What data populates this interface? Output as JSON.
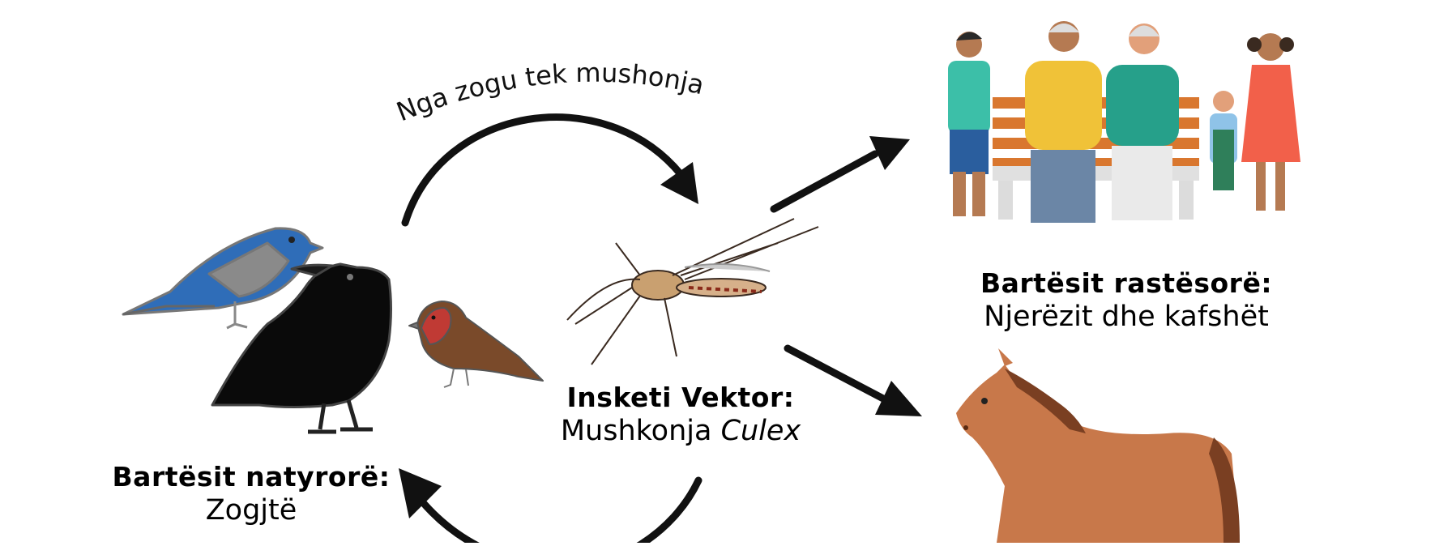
{
  "curved_label": "Nga zogu tek mushonja",
  "vector": {
    "title": "Insketi Vektor:",
    "sub_prefix": "Mushkonja ",
    "sub_italic": "Culex"
  },
  "natural_hosts": {
    "title": "Bartësit natyrorë:",
    "sub": "Zogjtë"
  },
  "incidental_hosts": {
    "title": "Bartësit rastësorë:",
    "sub": "Njerëzit dhe kafshët"
  },
  "icons": [
    "blue-bird-icon",
    "crow-icon",
    "finch-icon",
    "mosquito-icon",
    "family-on-bench-icon",
    "horse-icon"
  ],
  "colors": {
    "arrow": "#111111",
    "blue_bird": "#2f6db8",
    "crow": "#0a0a0a",
    "finch": "#7a4a2a",
    "horse": "#c8784a",
    "bench": "#d9772f"
  }
}
